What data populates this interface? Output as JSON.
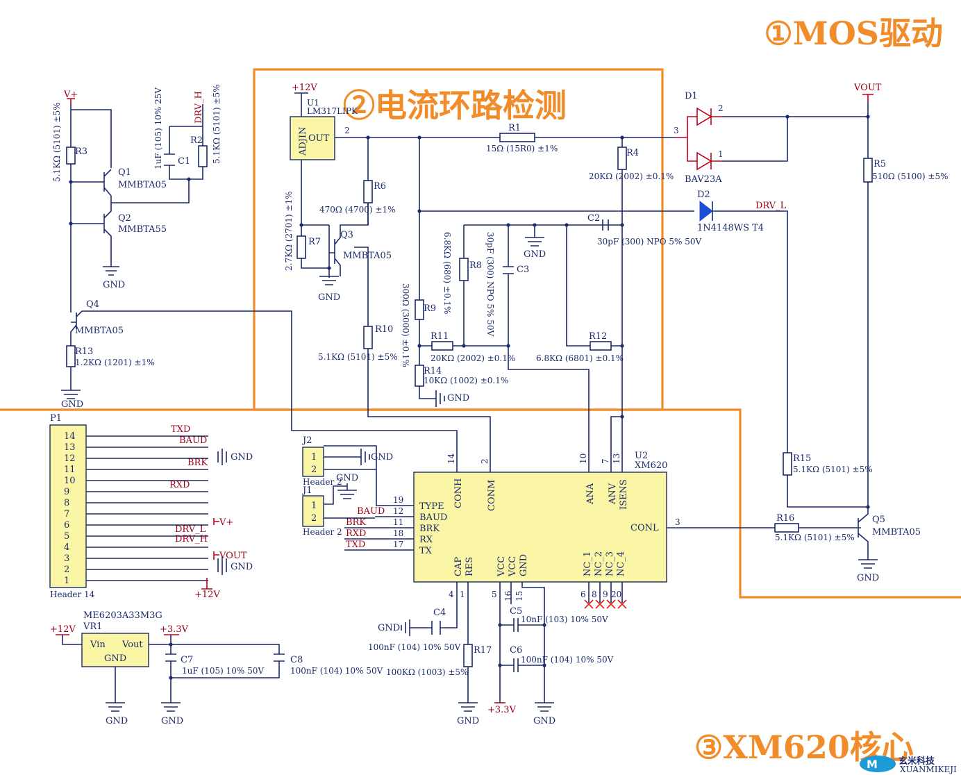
{
  "sections": {
    "mos_drive": "①MOS驱动",
    "current_loop": "②电流环路检测",
    "xm620_core": "③XM620核心"
  },
  "rails": {
    "v12": "+12V",
    "vplus": "V+",
    "vout": "VOUT",
    "v33": "+3.3V",
    "gnd": "GND",
    "drv_h": "DRV_H",
    "drv_l": "DRV_L"
  },
  "q1": {
    "ref": "Q1",
    "part": "MMBTA05"
  },
  "q2": {
    "ref": "Q2",
    "part": "MMBTA55"
  },
  "q3": {
    "ref": "Q3",
    "part": "MMBTA05"
  },
  "q4": {
    "ref": "Q4",
    "part": "MMBTA05"
  },
  "q5": {
    "ref": "Q5",
    "part": "MMBTA05"
  },
  "r1": {
    "ref": "R1",
    "value": "15Ω (15R0) ±1%"
  },
  "r2": {
    "ref": "R2",
    "value": "5.1KΩ (5101) ±5%"
  },
  "r3": {
    "ref": "R3",
    "value": "5.1KΩ (5101) ±5%"
  },
  "r4": {
    "ref": "R4",
    "value": "20KΩ (2002) ±0.1%"
  },
  "r5": {
    "ref": "R5",
    "value": "510Ω (5100) ±5%"
  },
  "r6": {
    "ref": "R6",
    "value": "470Ω (4700) ±1%"
  },
  "r7": {
    "ref": "R7",
    "value": "2.7KΩ (2701) ±1%"
  },
  "r8": {
    "ref": "R8",
    "value": "6.8KΩ (680) ±0.1%"
  },
  "r9": {
    "ref": "R9",
    "value": "300Ω (3000) ±0.1%"
  },
  "r10": {
    "ref": "R10",
    "value": "5.1KΩ (5101) ±5%"
  },
  "r11": {
    "ref": "R11",
    "value": "20KΩ (2002) ±0.1%"
  },
  "r12": {
    "ref": "R12",
    "value": "6.8KΩ (6801) ±0.1%"
  },
  "r13": {
    "ref": "R13",
    "value": "1.2KΩ (1201) ±1%"
  },
  "r14": {
    "ref": "R14",
    "value": "10KΩ (1002) ±0.1%"
  },
  "r15": {
    "ref": "R15",
    "value": "5.1KΩ (5101) ±5%"
  },
  "r16": {
    "ref": "R16",
    "value": "5.1KΩ (5101) ±5%"
  },
  "r17": {
    "ref": "R17",
    "value": "100KΩ (1003) ±5%"
  },
  "c1": {
    "ref": "C1",
    "value": "1uF (105) 10% 25V"
  },
  "c2": {
    "ref": "C2",
    "value": "30pF (300) NPO 5% 50V"
  },
  "c3": {
    "ref": "C3",
    "value": "30pF (300) NPO 5% 50V"
  },
  "c4": {
    "ref": "C4",
    "value": "100nF (104) 10% 50V"
  },
  "c5": {
    "ref": "C5",
    "value": "10nF (103) 10% 50V"
  },
  "c6": {
    "ref": "C6",
    "value": "100nF (104) 10% 50V"
  },
  "c7": {
    "ref": "C7",
    "value": "1uF (105) 10% 50V"
  },
  "c8": {
    "ref": "C8",
    "value": "100nF (104) 10% 50V"
  },
  "d1": {
    "ref": "D1",
    "part": "BAV23A"
  },
  "d2": {
    "ref": "D2",
    "part": "1N4148WS T4"
  },
  "u1": {
    "ref": "U1",
    "part": "LM317LIPK",
    "adj": "ADJIN",
    "out": "OUT"
  },
  "u2": {
    "ref": "U2",
    "part": "XM620",
    "pins": {
      "type": "TYPE",
      "baud": "BAUD",
      "brk": "BRK",
      "rx": "RX",
      "tx": "TX",
      "conh": "CONH",
      "conm": "CONM",
      "ana": "ANA",
      "anv": "ANV",
      "isens": "ISENS",
      "conl": "CONL",
      "cap": "CAP",
      "res": "RES",
      "vcc": "VCC",
      "gnd": "GND",
      "nc1": "NC_1",
      "nc2": "NC_2",
      "nc3": "NC_3",
      "nc4": "NC_4"
    }
  },
  "vr1": {
    "part": "ME6203A33M3G",
    "ref": "VR1",
    "vin": "Vin",
    "vout": "Vout",
    "gnd": "GND"
  },
  "p1": {
    "ref": "P1",
    "name": "Header 14",
    "pins": [
      "14",
      "13",
      "12",
      "11",
      "10",
      "9",
      "8",
      "7",
      "6",
      "5",
      "4",
      "3",
      "2",
      "1"
    ],
    "nets": {
      "txd": "TXD",
      "baud": "BAUD",
      "brk": "BRK",
      "rxd": "RXD",
      "drv_l": "DRV_L",
      "drv_h": "DRV_H"
    }
  },
  "j1": {
    "ref": "J1",
    "name": "Header 2"
  },
  "j2": {
    "ref": "J2",
    "name": "Header 2"
  },
  "nets": {
    "baud": "BAUD",
    "brk": "BRK",
    "rxd": "RXD",
    "txd": "TXD"
  },
  "watermark": {
    "main": "玄米科技",
    "sub": "XUANMIKEJI"
  }
}
